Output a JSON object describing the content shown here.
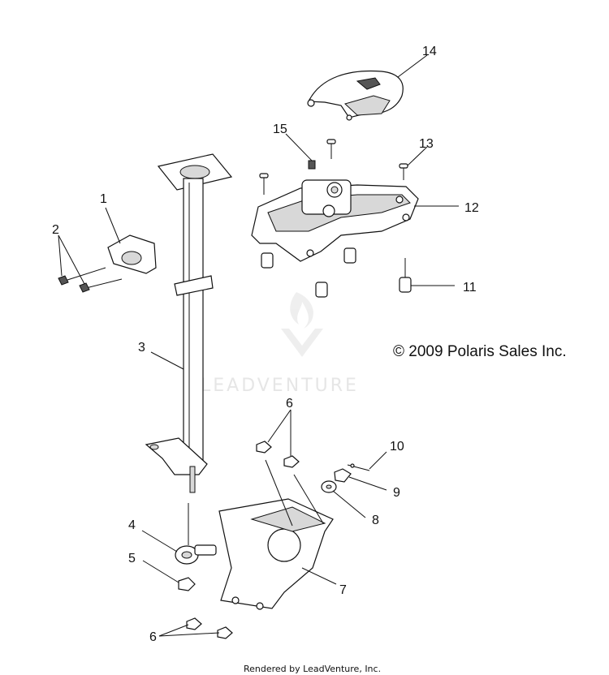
{
  "copyright": "© 2009 Polaris Sales Inc.",
  "watermark": "LEADVENTURE",
  "footer": "Rendered by LeadVenture, Inc.",
  "callouts": {
    "c1": "1",
    "c2": "2",
    "c3": "3",
    "c4": "4",
    "c5": "5",
    "c6a": "6",
    "c6b": "6",
    "c7": "7",
    "c8": "8",
    "c9": "9",
    "c10": "10",
    "c11": "11",
    "c12": "12",
    "c13": "13",
    "c14": "14",
    "c15": "15"
  }
}
